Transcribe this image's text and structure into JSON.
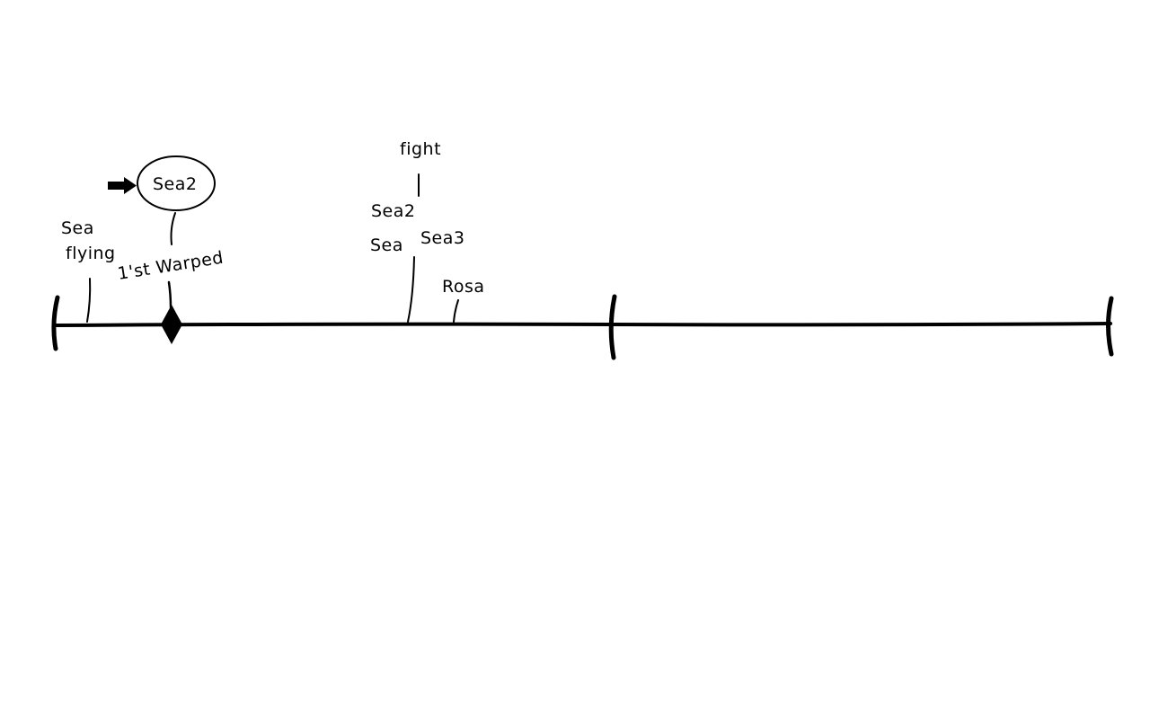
{
  "labels": {
    "sea_flying_line1": "Sea",
    "sea_flying_line2": "flying",
    "first_warped": "1'st Warped",
    "circled": "Sea2",
    "fight": "fight",
    "sea2": "Sea2",
    "sea": "Sea",
    "sea3": "Sea3",
    "rosa": "Rosa"
  },
  "colors": {
    "ink": "#000000",
    "background": "#ffffff"
  },
  "icons": {
    "pointer": "arrow-right-icon",
    "event_marker": "diamond-icon"
  }
}
